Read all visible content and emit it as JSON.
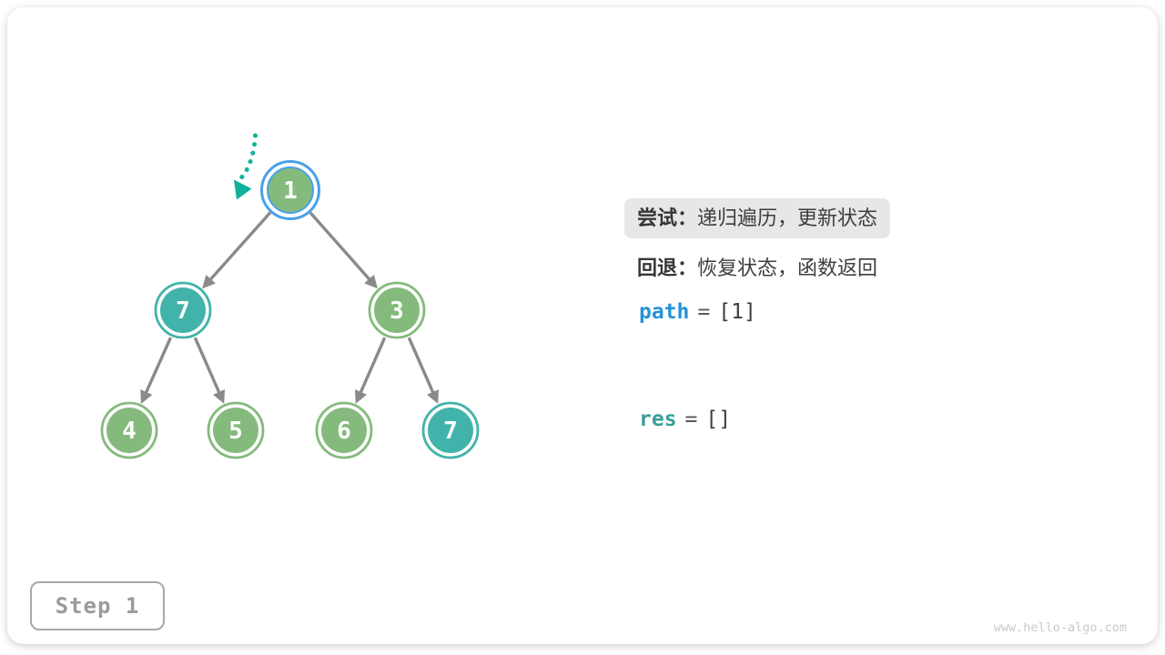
{
  "colors": {
    "green": "#85ba7d",
    "teal": "#41b3aa",
    "blue": "#4aa1e9",
    "edge": "#8a8a8a",
    "pointer": "#0fb29b",
    "code-blue": "#2592d9",
    "code-teal": "#399e96",
    "text-dark": "#3e3e3e",
    "label-dark": "#363636",
    "highlight-bg": "#e7e7e7",
    "step-gray": "#9b9b9b",
    "step-border": "#a8a8a8",
    "watermark-gray": "#c9c9c9"
  },
  "tree": {
    "nodes": [
      {
        "value": "1",
        "state": "current"
      },
      {
        "value": "7",
        "state": "visited-teal"
      },
      {
        "value": "3",
        "state": "default-green"
      },
      {
        "value": "4",
        "state": "default-green"
      },
      {
        "value": "5",
        "state": "default-green"
      },
      {
        "value": "6",
        "state": "default-green"
      },
      {
        "value": "7",
        "state": "visited-teal"
      }
    ]
  },
  "annotations": {
    "try": {
      "label": "尝试：",
      "text": "递归遍历，更新状态"
    },
    "retreat": {
      "label": "回退：",
      "text": "恢复状态，函数返回"
    },
    "path": {
      "name": "path",
      "equals": "=",
      "value": "[1]"
    },
    "res": {
      "name": "res",
      "equals": "=",
      "value": "[]"
    }
  },
  "step": {
    "label": "Step 1"
  },
  "watermark": "www.hello-algo.com"
}
